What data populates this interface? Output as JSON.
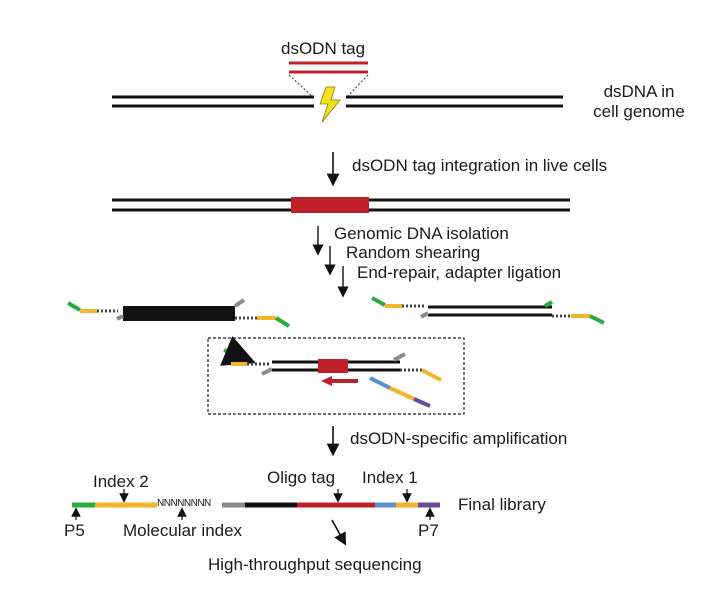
{
  "labels": {
    "tag": "dsODN tag",
    "genome_line1": "dsDNA in",
    "genome_line2": "cell genome",
    "step_integration": "dsODN tag integration in live cells",
    "step_isolation": "Genomic DNA isolation",
    "step_shearing": "Random shearing",
    "step_ligation": "End-repair, adapter ligation",
    "step_amplification": "dsODN-specific amplification",
    "index2": "Index 2",
    "oligo_tag": "Oligo tag",
    "index1": "Index 1",
    "final_library": "Final library",
    "p5": "P5",
    "molecular_index": "Molecular index",
    "p7": "P7",
    "umi_seq": "NNNNNNNN",
    "sequencing": "High-throughput sequencing"
  },
  "colors": {
    "dna": "#111111",
    "tag": "#c0202a",
    "p5": "#2bab3e",
    "index2": "#f2b52b",
    "adapter": "#8a8a8a",
    "primer": "#5b8fd0",
    "p7": "#6a4a9a",
    "spark": "#f4e01e"
  }
}
